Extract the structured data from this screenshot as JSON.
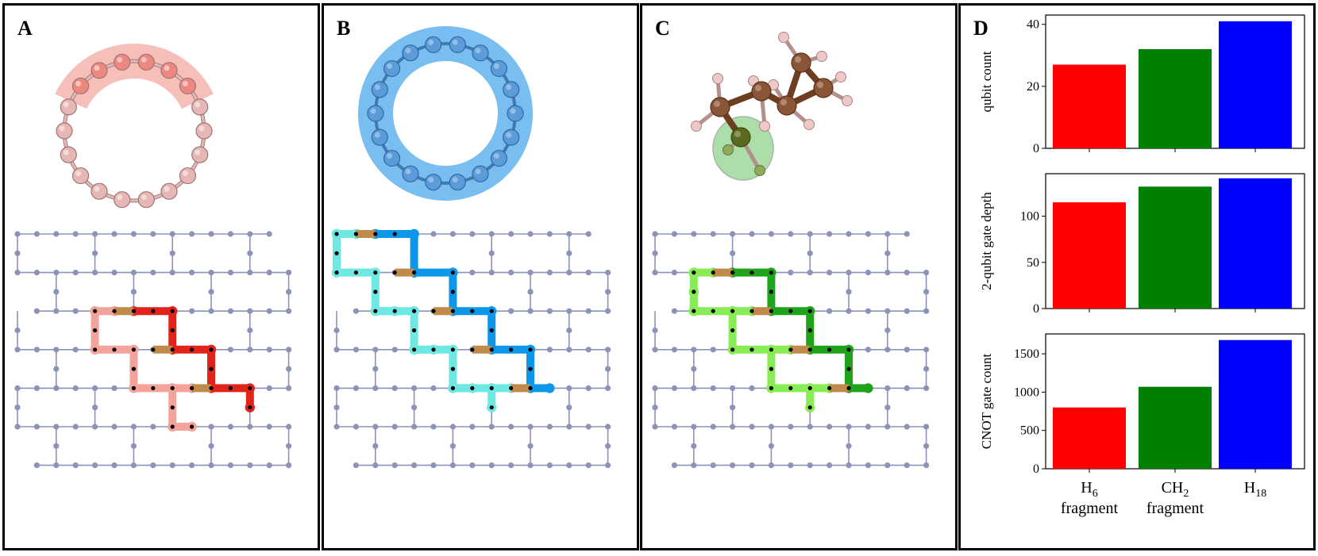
{
  "panels": {
    "a": {
      "label": "A",
      "ring_color": "#e7b7b5",
      "highlight": "#f08a80",
      "path_light": "#f4a39b",
      "path_dark": "#e2231a"
    },
    "b": {
      "label": "B",
      "ring_color": "#5b9bd9",
      "highlight": "#4aa8e8",
      "path_light": "#6ee8e2",
      "path_dark": "#0d97ea"
    },
    "c": {
      "label": "C",
      "highlight": "#8fd48c",
      "path_light": "#88ec55",
      "path_dark": "#1fa31a"
    },
    "d": {
      "label": "D"
    }
  },
  "lattice": {
    "node_color": "#8d93b8",
    "link_color": "#c08a4a"
  },
  "chart_data": [
    {
      "type": "bar",
      "ylabel": "qubit count",
      "categories": [
        "H6 fragment",
        "CH2 fragment",
        "H18"
      ],
      "values": [
        27,
        32,
        41
      ],
      "colors": [
        "#ff0000",
        "#008000",
        "#0000ff"
      ],
      "ylim": [
        0,
        43
      ],
      "yticks": [
        0,
        20,
        40
      ]
    },
    {
      "type": "bar",
      "ylabel": "2-qubit gate depth",
      "categories": [
        "H6 fragment",
        "CH2 fragment",
        "H18"
      ],
      "values": [
        115,
        132,
        141
      ],
      "colors": [
        "#ff0000",
        "#008000",
        "#0000ff"
      ],
      "ylim": [
        0,
        146
      ],
      "yticks": [
        0,
        50,
        100
      ]
    },
    {
      "type": "bar",
      "ylabel": "CNOT gate count",
      "categories": [
        "H6 fragment",
        "CH2 fragment",
        "H18"
      ],
      "values": [
        800,
        1070,
        1680
      ],
      "colors": [
        "#ff0000",
        "#008000",
        "#0000ff"
      ],
      "ylim": [
        0,
        1760
      ],
      "yticks": [
        0,
        500,
        1000,
        1500
      ]
    }
  ],
  "xcats": [
    {
      "main": "H",
      "sub": "6",
      "line2": "fragment"
    },
    {
      "main": "CH",
      "sub": "2",
      "line2": "fragment"
    },
    {
      "main": "H",
      "sub": "18",
      "line2": ""
    }
  ]
}
